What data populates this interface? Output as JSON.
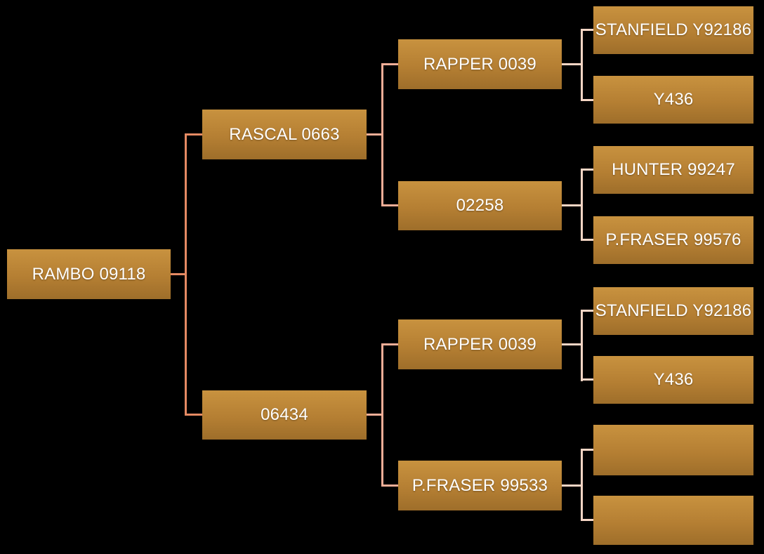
{
  "diagram_type": "pedigree-tree",
  "colors": {
    "background": "#000000",
    "node_fill_top": "#c8923f",
    "node_fill_bottom": "#9e6e2a",
    "node_text": "#ffffff",
    "connector_level1": "#e58a63",
    "connector_level2": "#f2ae97",
    "connector_level3": "#f6d6c5"
  },
  "tree": {
    "label": "RAMBO 09118",
    "children": [
      {
        "label": "RASCAL 0663",
        "children": [
          {
            "label": "RAPPER 0039",
            "children": [
              {
                "label": "STANFIELD Y92186"
              },
              {
                "label": "Y436"
              }
            ]
          },
          {
            "label": "02258",
            "children": [
              {
                "label": "HUNTER 99247"
              },
              {
                "label": "P.FRASER 99576"
              }
            ]
          }
        ]
      },
      {
        "label": "06434",
        "children": [
          {
            "label": "RAPPER 0039",
            "children": [
              {
                "label": "STANFIELD Y92186"
              },
              {
                "label": "Y436"
              }
            ]
          },
          {
            "label": "P.FRASER 99533",
            "children": [
              {
                "label": ""
              },
              {
                "label": ""
              }
            ]
          }
        ]
      }
    ]
  }
}
